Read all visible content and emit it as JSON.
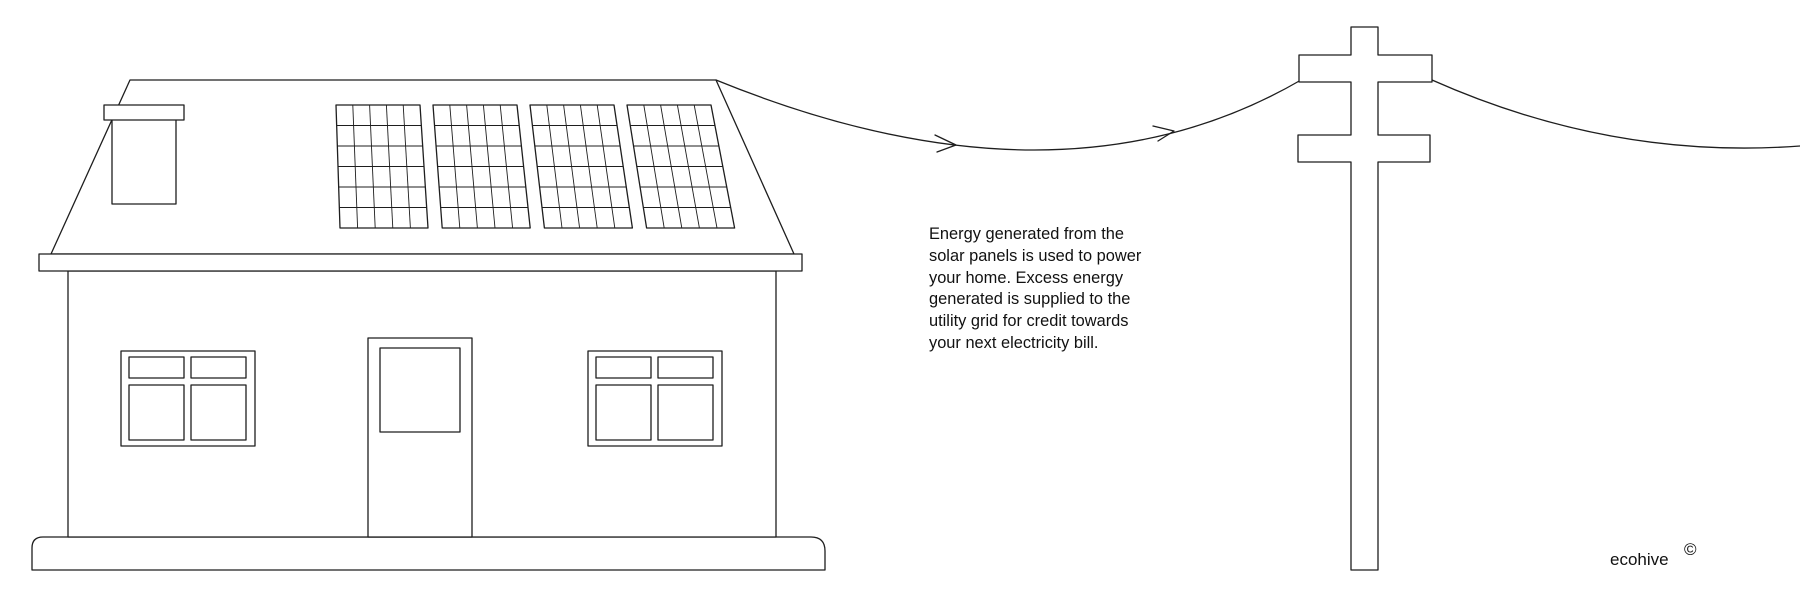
{
  "caption": {
    "lines": [
      "Energy generated from the",
      "solar panels is used to power",
      "your home. Excess energy",
      "generated is supplied to the",
      "utility grid for credit towards",
      "your next electricity bill."
    ]
  },
  "brand": {
    "name": "ecohive",
    "mark": "©"
  },
  "colors": {
    "ink": "#1e1e1e",
    "background": "#ffffff"
  },
  "scene": {
    "solar_panel_count": 4,
    "panel_grid": {
      "columns": 5,
      "rows": 6
    },
    "house_windows": 2,
    "flow_direction": "house-to-grid",
    "flow_arrows": 2
  }
}
